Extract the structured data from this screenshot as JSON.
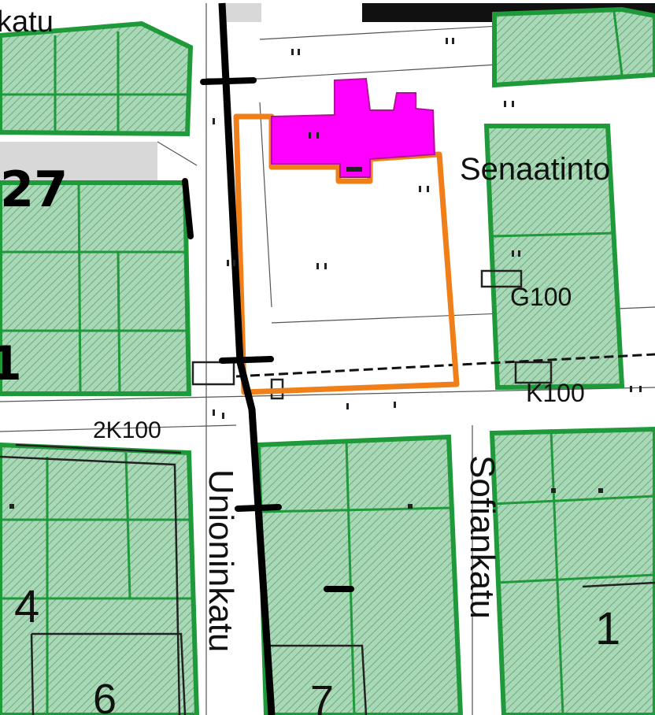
{
  "map": {
    "street_labels": {
      "top_left": "katu",
      "unioninkatu": "Unioninkatu",
      "sofiankatu": "Sofiankatu",
      "senaatintori": "Senaatinto"
    },
    "zone_labels": {
      "g100": "G100",
      "k100": "K100",
      "k100_left": "2K100"
    },
    "block_numbers": {
      "b27": "27",
      "b4": "4",
      "b6": "6",
      "b7": "7",
      "b1": "1",
      "b_left_edge": "1"
    },
    "colors": {
      "block_fill": "#a7d7b4",
      "block_border": "#1f9a3a",
      "highlight_building": "#ff00ff",
      "plan_boundary": "#f07f1a",
      "street_gray": "#d9d9d9",
      "rail_line": "#000000"
    }
  }
}
